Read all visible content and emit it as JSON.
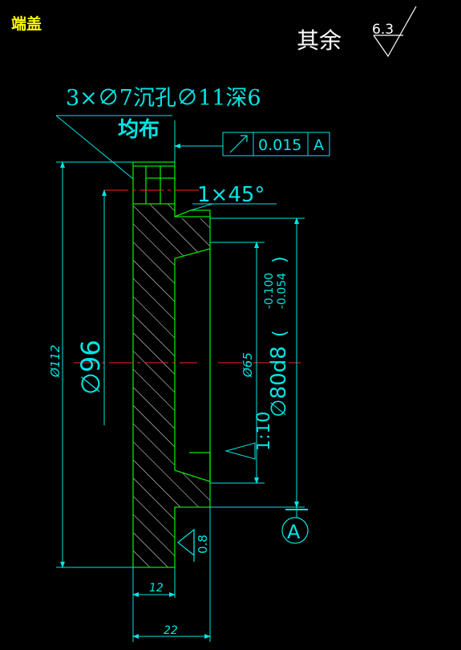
{
  "title": "端盖",
  "roughness_note": {
    "label": "其余",
    "value": "6.3"
  },
  "hole_note": {
    "line1": "3×∅7沉孔∅11深6",
    "line2": "均布"
  },
  "tolerance_frame": {
    "value": "0.015",
    "datum": "A"
  },
  "chamfer": "1×45°",
  "dims": {
    "d112": "Ø112",
    "d96": "∅96",
    "d65": "Ø65",
    "d80": "∅80d8",
    "d80_upper": "-0.100",
    "d80_lower": "-0.054",
    "taper": "1:10",
    "roughness_face": "0.8",
    "w12": "12",
    "w22": "22"
  },
  "datum_label": "A",
  "colors": {
    "part": "#00e600",
    "dim": "#00e5e5",
    "center": "#ff2020",
    "title": "#ffff00",
    "note": "#ffffff"
  }
}
